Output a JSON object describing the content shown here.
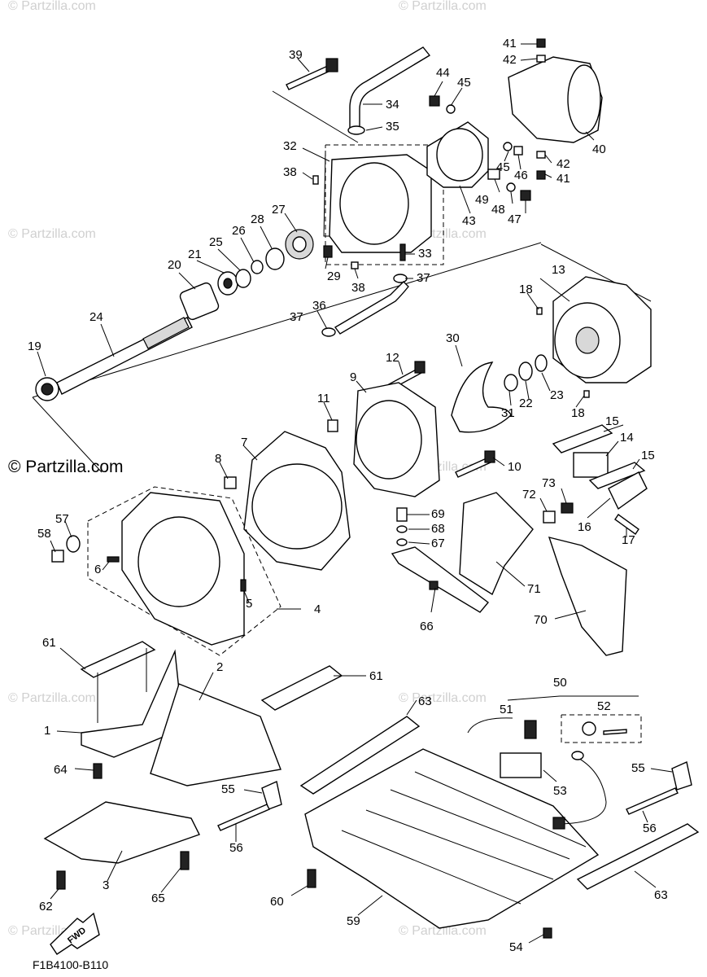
{
  "watermark": {
    "small_text": "© Partzilla.com",
    "large_text": "© Partzilla.com"
  },
  "footer": {
    "code": "F1B4100-B110"
  },
  "fwd_label": "FWD",
  "callouts": {
    "c1": "1",
    "c2": "2",
    "c3": "3",
    "c4": "4",
    "c5": "5",
    "c6": "6",
    "c7": "7",
    "c8": "8",
    "c9": "9",
    "c10": "10",
    "c11": "11",
    "c12": "12",
    "c13": "13",
    "c14": "14",
    "c15a": "15",
    "c15b": "15",
    "c16": "16",
    "c17": "17",
    "c18a": "18",
    "c18b": "18",
    "c19": "19",
    "c20": "20",
    "c21": "21",
    "c22": "22",
    "c23": "23",
    "c24": "24",
    "c25": "25",
    "c26": "26",
    "c27": "27",
    "c28": "28",
    "c29": "29",
    "c30": "30",
    "c31": "31",
    "c32": "32",
    "c33": "33",
    "c34": "34",
    "c35": "35",
    "c36": "36",
    "c37a": "37",
    "c37b": "37",
    "c38a": "38",
    "c38b": "38",
    "c39": "39",
    "c40": "40",
    "c41a": "41",
    "c41b": "41",
    "c42a": "42",
    "c42b": "42",
    "c43": "43",
    "c44": "44",
    "c45a": "45",
    "c45b": "45",
    "c46": "46",
    "c47": "47",
    "c48": "48",
    "c49": "49",
    "c50": "50",
    "c51": "51",
    "c52": "52",
    "c53": "53",
    "c54": "54",
    "c55a": "55",
    "c55b": "55",
    "c56a": "56",
    "c56b": "56",
    "c57": "57",
    "c58": "58",
    "c59": "59",
    "c60": "60",
    "c61a": "61",
    "c61b": "61",
    "c62": "62",
    "c63a": "63",
    "c63b": "63",
    "c64": "64",
    "c65": "65",
    "c66": "66",
    "c67": "67",
    "c68": "68",
    "c69": "69",
    "c70": "70",
    "c71": "71",
    "c72": "72",
    "c73": "73"
  }
}
